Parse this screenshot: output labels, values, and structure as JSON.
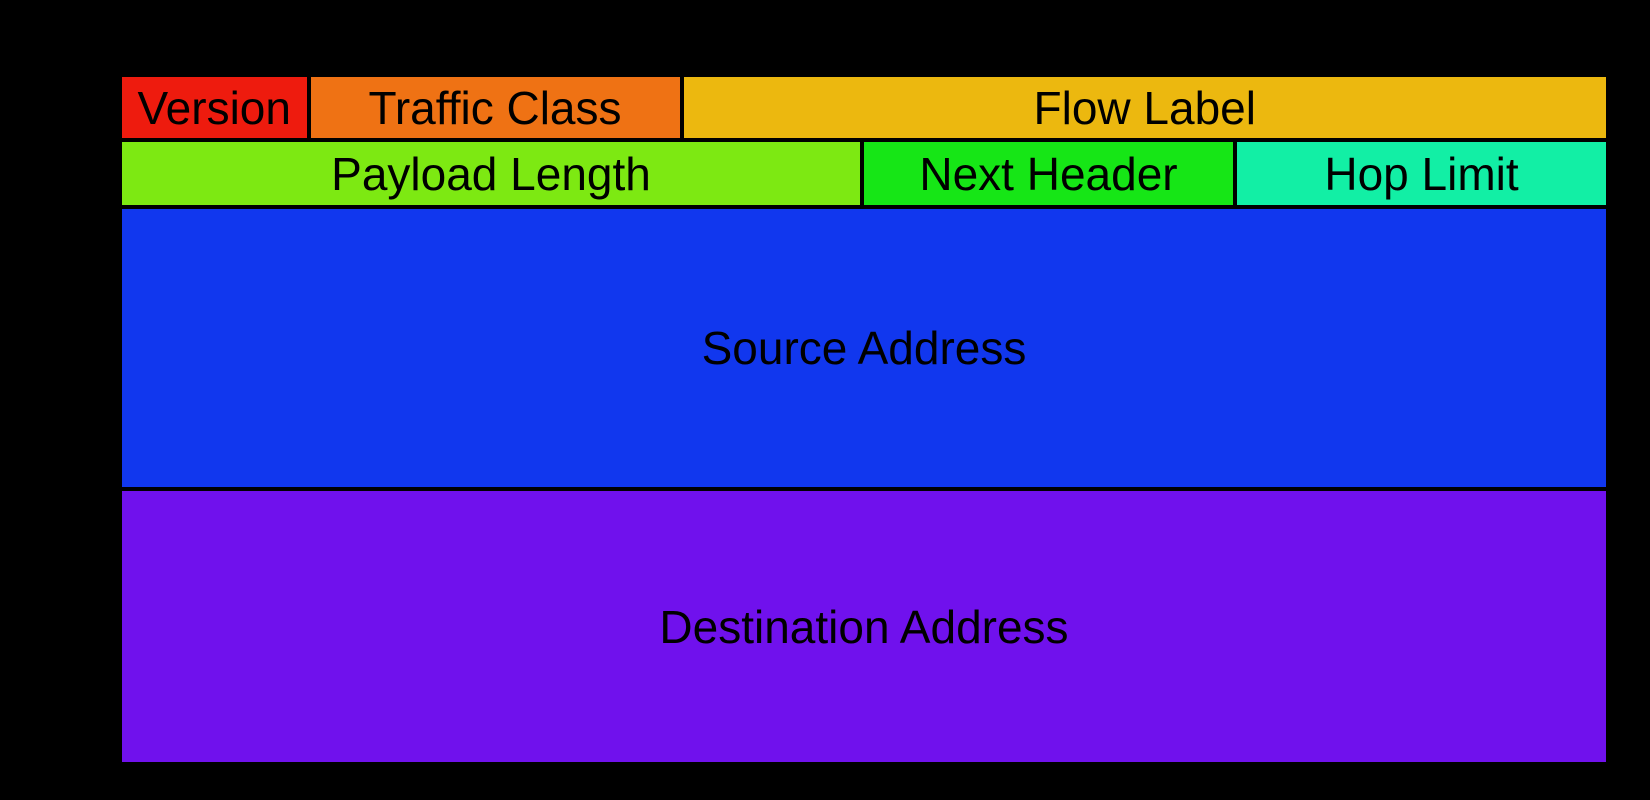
{
  "page": {
    "background_color": "#000000",
    "text_color": "#000000"
  },
  "fields": {
    "version": {
      "label": "Version",
      "color": "#ee1b0e",
      "bits": 4
    },
    "traffic_class": {
      "label": "Traffic Class",
      "color": "#ef7214",
      "bits": 8
    },
    "flow_label": {
      "label": "Flow Label",
      "color": "#ecb80f",
      "bits": 20
    },
    "payload_length": {
      "label": "Payload Length",
      "color": "#7de912",
      "bits": 16
    },
    "next_header": {
      "label": "Next Header",
      "color": "#16e616",
      "bits": 8
    },
    "hop_limit": {
      "label": "Hop Limit",
      "color": "#12efa5",
      "bits": 8
    },
    "source_address": {
      "label": "Source Address",
      "color": "#1137ee",
      "bits": 128
    },
    "destination_address": {
      "label": "Destination Address",
      "color": "#7011ed",
      "bits": 128
    }
  }
}
